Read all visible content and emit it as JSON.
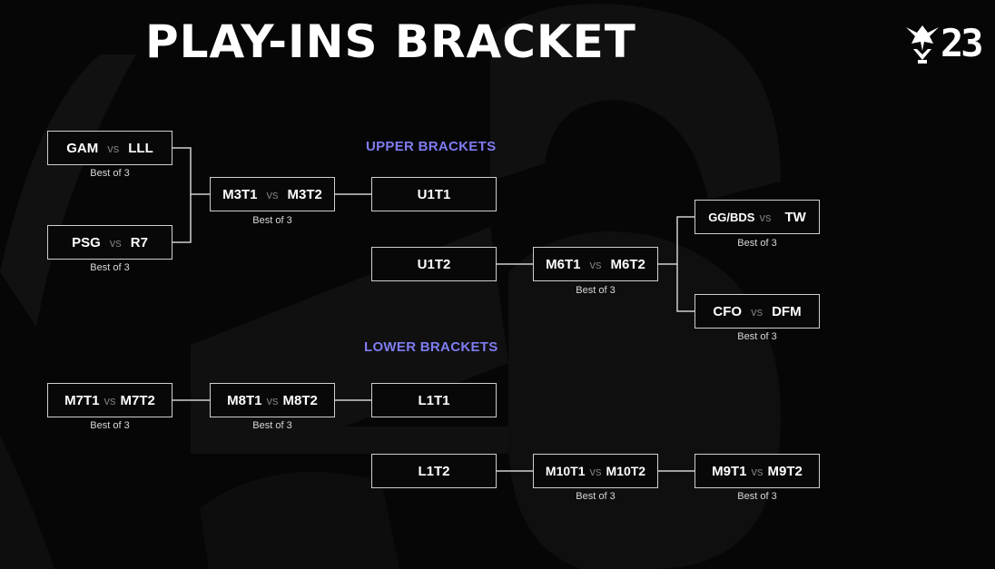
{
  "title": "PLAY-INS BRACKET",
  "logo": {
    "text": "23"
  },
  "labels": {
    "upper": "UPPER BRACKETS",
    "lower": "LOWER BRACKETS"
  },
  "colors": {
    "background": "#060606",
    "accent": "#7f7cf2",
    "border": "#cfcfcf",
    "vs": "#7c7c7c"
  },
  "matches": [
    {
      "id": "m1",
      "a": "GAM",
      "vs": "vs",
      "b": "LLL",
      "format": "Best of 3"
    },
    {
      "id": "m2",
      "a": "PSG",
      "vs": "vs",
      "b": "R7",
      "format": "Best of 3"
    },
    {
      "id": "m3",
      "a": "M3T1",
      "vs": "vs",
      "b": "M3T2",
      "format": "Best of 3"
    },
    {
      "id": "u1",
      "single": "U1T1"
    },
    {
      "id": "u2",
      "single": "U1T2"
    },
    {
      "id": "m6",
      "a": "M6T1",
      "vs": "vs",
      "b": "M6T2",
      "format": "Best of 3"
    },
    {
      "id": "m4",
      "a": "GG/BDS",
      "vs": "vs",
      "b": "TW",
      "format": "Best of 3"
    },
    {
      "id": "m5",
      "a": "CFO",
      "vs": "vs",
      "b": "DFM",
      "format": "Best of 3"
    },
    {
      "id": "m7",
      "a": "M7T1",
      "vs": "vs",
      "b": "M7T2",
      "format": "Best of 3"
    },
    {
      "id": "m8",
      "a": "M8T1",
      "vs": "vs",
      "b": "M8T2",
      "format": "Best of 3"
    },
    {
      "id": "l1",
      "single": "L1T1"
    },
    {
      "id": "l2",
      "single": "L1T2"
    },
    {
      "id": "m10",
      "a": "M10T1",
      "vs": "vs",
      "b": "M10T2",
      "format": "Best of 3"
    },
    {
      "id": "m9",
      "a": "M9T1",
      "vs": "vs",
      "b": "M9T2",
      "format": "Best of 3"
    }
  ]
}
